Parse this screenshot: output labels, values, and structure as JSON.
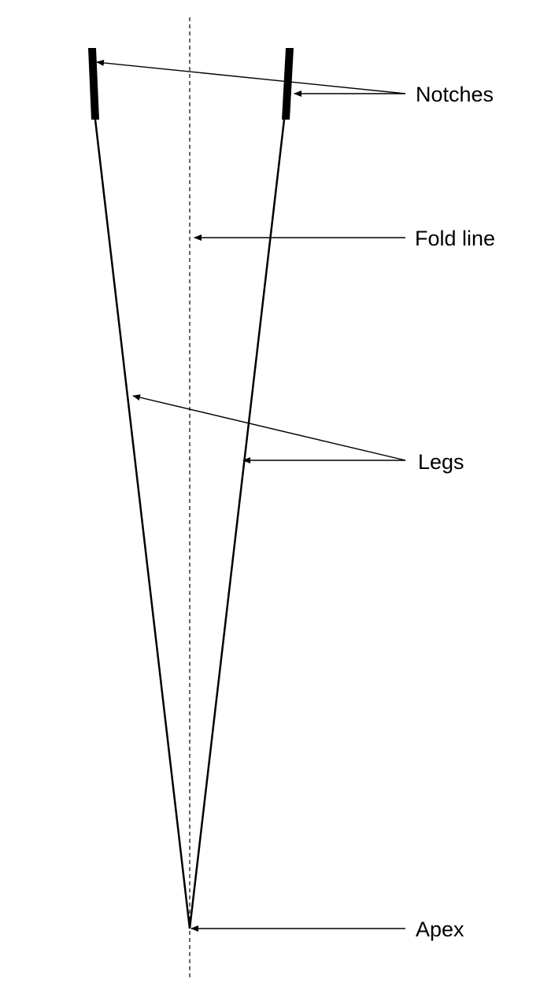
{
  "diagram": {
    "labels": {
      "notches": "Notches",
      "fold_line": "Fold line",
      "legs": "Legs",
      "apex": "Apex"
    },
    "colors": {
      "stroke": "#000000",
      "background": "#ffffff"
    }
  }
}
